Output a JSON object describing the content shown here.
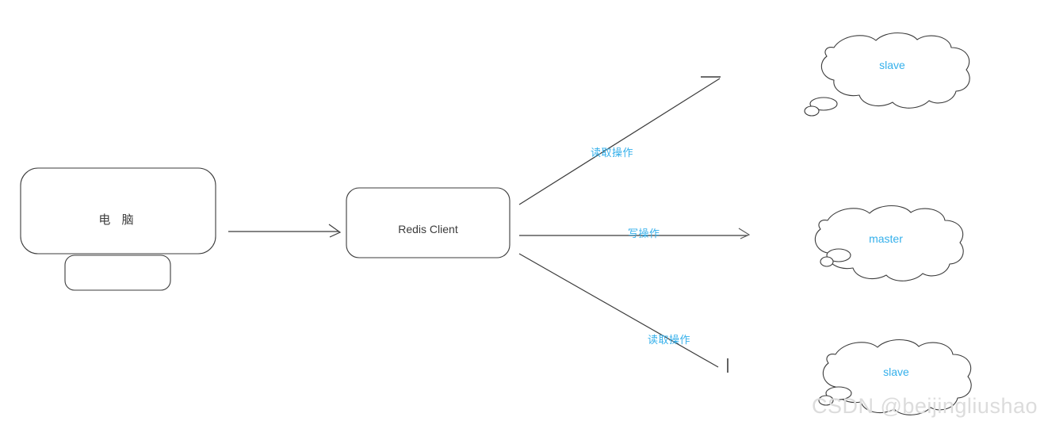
{
  "diagram": {
    "title": "Redis read/write splitting with master and slaves",
    "colors": {
      "stroke": "#3b3b3b",
      "accent": "#35b0eb",
      "background": "#ffffff",
      "watermark": "#dcdcdc"
    },
    "nodes": [
      {
        "id": "computer",
        "label": "电 脑",
        "shape": "monitor"
      },
      {
        "id": "redis-client",
        "label": "Redis Client",
        "shape": "rounded-rect"
      },
      {
        "id": "cloud-slave-top",
        "label": "slave",
        "shape": "thought-cloud"
      },
      {
        "id": "cloud-master",
        "label": "master",
        "shape": "thought-cloud"
      },
      {
        "id": "cloud-slave-bottom",
        "label": "slave",
        "shape": "thought-cloud"
      }
    ],
    "edges": [
      {
        "id": "edge-computer-to-client",
        "label": "",
        "from": "computer",
        "to": "redis-client"
      },
      {
        "id": "edge-read-top",
        "label": "读取操作",
        "from": "redis-client",
        "to": "cloud-slave-top"
      },
      {
        "id": "edge-write",
        "label": "写操作",
        "from": "redis-client",
        "to": "cloud-master"
      },
      {
        "id": "edge-read-bottom",
        "label": "读取操作",
        "from": "redis-client",
        "to": "cloud-slave-bottom"
      }
    ]
  },
  "watermark": {
    "text": "CSDN @beijingliushao"
  }
}
